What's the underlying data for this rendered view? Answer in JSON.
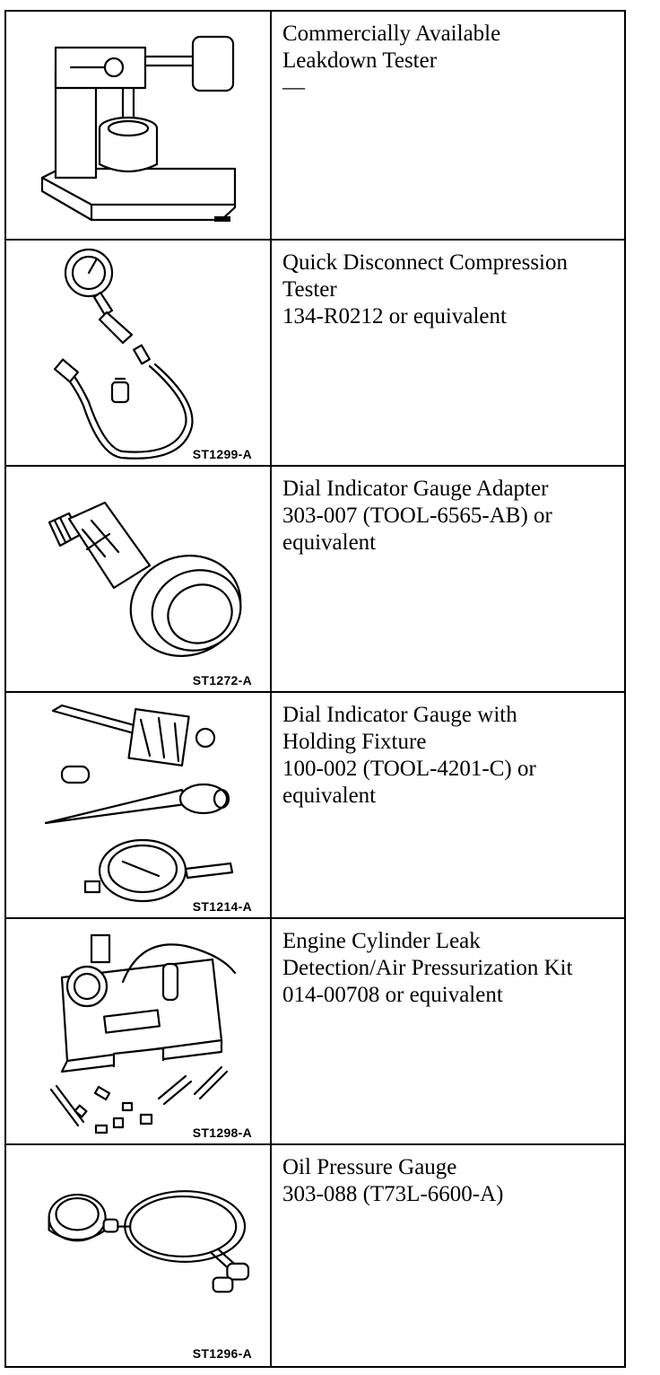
{
  "tools": [
    {
      "lines": [
        "Commercially Available",
        "Leakdown Tester",
        "—"
      ],
      "caption": ""
    },
    {
      "lines": [
        "Quick Disconnect Compression",
        "Tester",
        "134-R0212 or equivalent"
      ],
      "caption": "ST1299-A"
    },
    {
      "lines": [
        "Dial Indicator Gauge Adapter",
        "303-007 (TOOL-6565-AB) or",
        "equivalent"
      ],
      "caption": "ST1272-A"
    },
    {
      "lines": [
        "Dial Indicator Gauge with",
        "Holding Fixture",
        "100-002 (TOOL-4201-C) or",
        "equivalent"
      ],
      "caption": "ST1214-A"
    },
    {
      "lines": [
        "Engine Cylinder Leak",
        "Detection/Air Pressurization Kit",
        "014-00708 or equivalent"
      ],
      "caption": "ST1298-A"
    },
    {
      "lines": [
        "Oil Pressure Gauge",
        "303-088 (T73L-6600-A)"
      ],
      "caption": "ST1296-A"
    }
  ]
}
